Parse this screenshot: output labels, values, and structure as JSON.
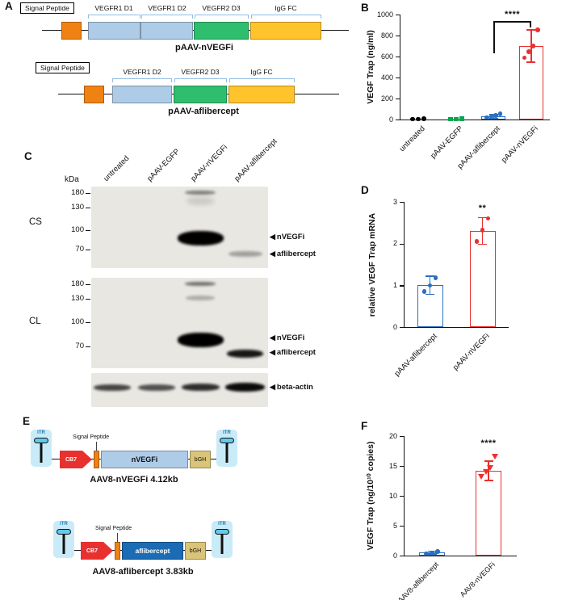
{
  "panel_labels": {
    "A": "A",
    "B": "B",
    "C": "C",
    "D": "D",
    "E": "E",
    "F": "F"
  },
  "icons": {
    "band_arrow": "◀"
  },
  "colors": {
    "signal_peptide_orange": "#F08214",
    "vegfr1_light_blue": "#AECBE8",
    "vegfr2_green": "#2FBE6E",
    "igg_fc_yellow": "#FFC32B",
    "bracket_blue": "#8FBCE6",
    "aflibercept_blue": "#2A6FC0",
    "nvegfi_red": "#E8312F",
    "egfp_green": "#00A651",
    "untreated_black": "#000000",
    "itr_cyan": "#C9EBF7",
    "aav_gene_dark_blue": "#1C6CB5",
    "bgh_tan": "#D9C478",
    "blot_gray": "#E9E7E2"
  },
  "panel_a": {
    "constructs": [
      {
        "name": "pAAV-nVEGFi",
        "signal_peptide": "Signal Peptide",
        "segments": [
          {
            "label": "VEGFR1 D1"
          },
          {
            "label": "VEGFR1 D2"
          },
          {
            "label": "VEGFR2 D3"
          },
          {
            "label": "IgG FC"
          }
        ]
      },
      {
        "name": "pAAV-aflibercept",
        "signal_peptide": "Signal Peptide",
        "segments": [
          {
            "label": "VEGFR1 D2"
          },
          {
            "label": "VEGFR2 D3"
          },
          {
            "label": "IgG FC"
          }
        ]
      }
    ]
  },
  "panel_c": {
    "kda": "kDa",
    "lanes": [
      "untreated",
      "pAAV-EGFP",
      "pAAV-nVEGFi",
      "pAAV-aflibercept"
    ],
    "cs": {
      "name": "CS",
      "markers": [
        "180",
        "130",
        "100",
        "70"
      ],
      "arrows": [
        "nVEGFi",
        "aflibercept"
      ]
    },
    "cl": {
      "name": "CL",
      "markers": [
        "180",
        "130",
        "100",
        "70"
      ],
      "arrows": [
        "nVEGFi",
        "aflibercept"
      ]
    },
    "actin_arrow": "beta-actin"
  },
  "panel_e": {
    "constructs": [
      {
        "name": "AAV8-nVEGFi 4.12kb",
        "itr": "ITR",
        "promoter": "CB7",
        "signal_peptide": "Signal Peptide",
        "gene": "nVEGFi",
        "polya": "bGH"
      },
      {
        "name": "AAV8-aflibercept 3.83kb",
        "itr": "ITR",
        "promoter": "CB7",
        "signal_peptide": "Signal Peptide",
        "gene": "aflibercept",
        "polya": "bGH"
      }
    ]
  },
  "chart_data": [
    {
      "id": "B",
      "type": "bar",
      "title": "",
      "ylabel": "VEGF Trap (ng/ml)",
      "xlabel": "",
      "ylim": [
        0,
        1000
      ],
      "yticks": [
        0,
        200,
        400,
        600,
        800,
        1000
      ],
      "grid": false,
      "legend": "none",
      "categories": [
        "untreated",
        "pAAV-EGFP",
        "pAAV-aflibercept",
        "pAAV-nVEGFi"
      ],
      "values": [
        0,
        0,
        30,
        700
      ],
      "errors": [
        0,
        0,
        18,
        155
      ],
      "bar_colors": [
        "#000000",
        "#00A651",
        "#2A6FC0",
        "#E8312F"
      ],
      "markers": [
        "circle",
        "square",
        "circle",
        "circle"
      ],
      "points": [
        [
          3,
          5,
          7
        ],
        [
          3,
          5,
          7
        ],
        [
          18,
          28,
          38,
          52
        ],
        [
          590,
          645,
          700,
          855
        ]
      ],
      "significance": {
        "text": "****",
        "type": "bracket",
        "from": 2,
        "to": 3,
        "at": 935,
        "leg_left": 40,
        "leg_right": 8
      }
    },
    {
      "id": "D",
      "type": "bar",
      "title": "",
      "ylabel": "relative VEGF Trap mRNA",
      "xlabel": "",
      "ylim": [
        0,
        3
      ],
      "yticks": [
        0,
        1,
        2,
        3
      ],
      "grid": false,
      "legend": "none",
      "categories": [
        "pAAV-aflibercept",
        "pAAV-nVEGFi"
      ],
      "values": [
        1.0,
        2.3
      ],
      "errors": [
        0.22,
        0.32
      ],
      "bar_colors": [
        "#2A6FC0",
        "#E8312F"
      ],
      "markers": [
        "circle",
        "circle"
      ],
      "points": [
        [
          0.85,
          1.0,
          1.18
        ],
        [
          2.05,
          2.32,
          2.6
        ]
      ],
      "significance": {
        "text": "**",
        "type": "star",
        "bar": 1,
        "at": 2.82
      }
    },
    {
      "id": "F",
      "type": "bar",
      "title": "",
      "ylabel": "VEGF Trap (ng/10¹⁰ copies)",
      "xlabel": "",
      "ylim": [
        0,
        20
      ],
      "yticks": [
        0,
        5,
        10,
        15,
        20
      ],
      "grid": false,
      "legend": "none",
      "categories": [
        "AAV8-aflibercept",
        "AAV8-nVEGFi"
      ],
      "values": [
        0.5,
        14.2
      ],
      "errors": [
        0.25,
        1.6
      ],
      "bar_colors": [
        "#2A6FC0",
        "#E8312F"
      ],
      "markers": [
        "circle",
        "triangle"
      ],
      "points": [
        [
          0.35,
          0.5,
          0.65
        ],
        [
          13.2,
          14.0,
          14.6,
          16.6
        ]
      ],
      "significance": {
        "text": "****",
        "type": "star",
        "bar": 1,
        "at": 18.6
      }
    }
  ]
}
